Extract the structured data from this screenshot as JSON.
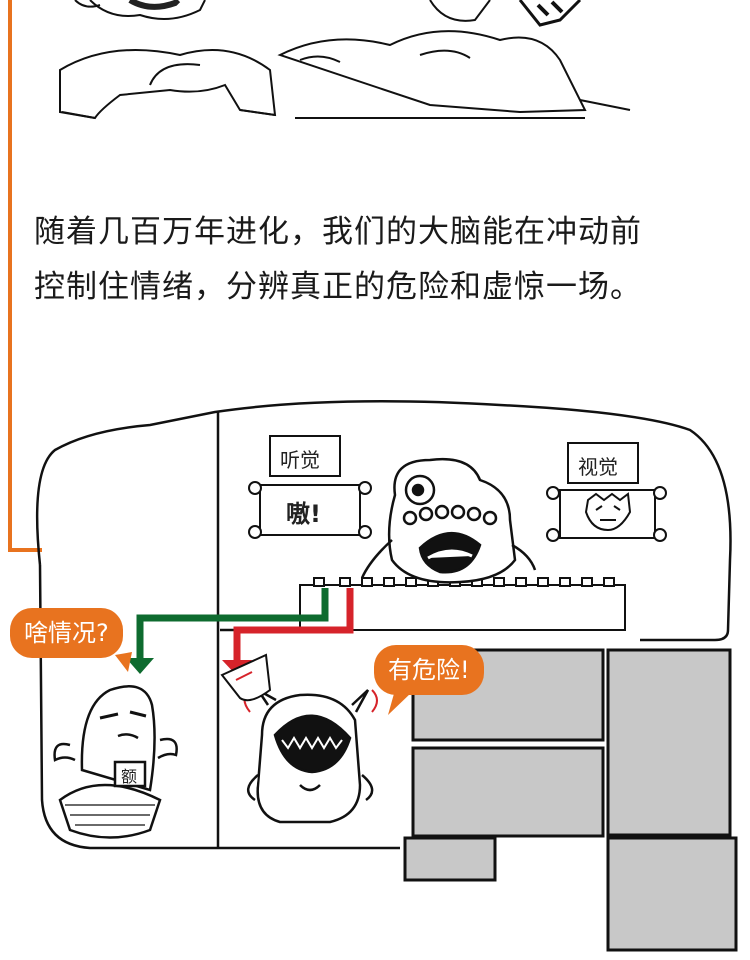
{
  "caption": {
    "line1": "随着几百万年进化，我们的大脑能在冲动前",
    "line2": "控制住情绪，分辨真正的危险和虚惊一场。"
  },
  "signs": {
    "hearing": "听觉",
    "sound": "嗷!",
    "vision": "视觉"
  },
  "bubbles": {
    "question": "啥情况?",
    "danger": "有危险!"
  },
  "badge": "额",
  "colors": {
    "accent": "#e8731f",
    "path_green": "#0e6b2f",
    "path_red": "#d6232a",
    "block_gray": "#c8c8c8"
  }
}
